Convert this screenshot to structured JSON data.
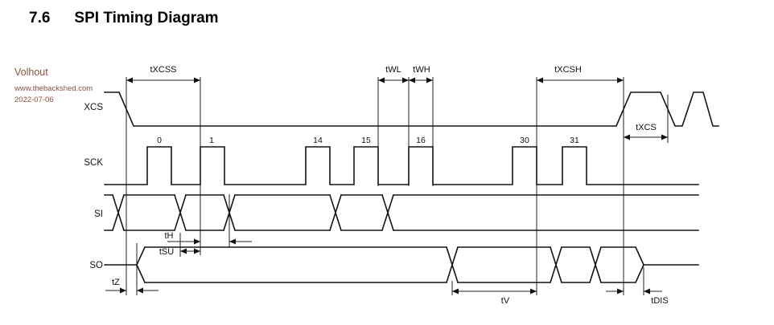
{
  "header": {
    "section_number": "7.6",
    "title": "SPI Timing Diagram"
  },
  "watermark": {
    "author": "Volhout",
    "site": "www.thebackshed.com",
    "date": "2022-07-06",
    "color": "#8a4f3f"
  },
  "signals": [
    "XCS",
    "SCK",
    "SI",
    "SO"
  ],
  "clock_numbers": [
    "0",
    "1",
    "14",
    "15",
    "16",
    "30",
    "31"
  ],
  "timing_labels": {
    "txcss": "tXCSS",
    "twl": "tWL",
    "twh": "tWH",
    "txcsh": "tXCSH",
    "txcs": "tXCS",
    "th": "tH",
    "tsu": "tSU",
    "tz": "tZ",
    "tv": "tV",
    "tdis": "tDIS"
  },
  "colors": {
    "waveform_line": "#141414",
    "dimension_line": "#222222",
    "watermark_text": "#8a4f3f"
  }
}
